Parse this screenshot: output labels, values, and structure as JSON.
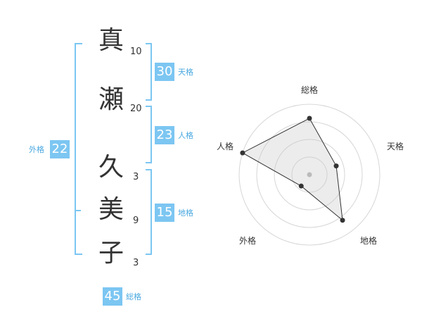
{
  "name": {
    "chars": [
      {
        "char": "真",
        "strokes": "10"
      },
      {
        "char": "瀬",
        "strokes": "20"
      },
      {
        "char": "久",
        "strokes": "3"
      },
      {
        "char": "美",
        "strokes": "9"
      },
      {
        "char": "子",
        "strokes": "3"
      }
    ]
  },
  "fortune": {
    "tenkaku": {
      "value": "30",
      "label": "天格"
    },
    "jinkaku": {
      "value": "23",
      "label": "人格"
    },
    "chikaku": {
      "value": "15",
      "label": "地格"
    },
    "gaikaku": {
      "value": "22",
      "label": "外格"
    },
    "soukaku": {
      "value": "45",
      "label": "総格"
    }
  },
  "colors": {
    "accent": "#7cc6f2",
    "text": "#333333",
    "label": "#4aa8df"
  },
  "chart_data": {
    "type": "radar",
    "axes": [
      "総格",
      "天格",
      "地格",
      "外格",
      "人格"
    ],
    "values": [
      4,
      2,
      4,
      1,
      5
    ],
    "max": 5,
    "rings": 4,
    "grid": true
  }
}
